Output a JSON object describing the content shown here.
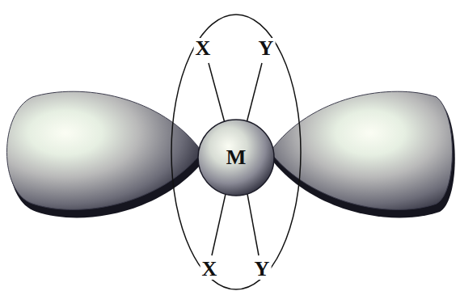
{
  "diagram": {
    "nodes": [
      {
        "text": [
          "M"
        ]
      }
    ],
    "labels": [
      "X",
      "Y",
      "X",
      "Y"
    ]
  }
}
